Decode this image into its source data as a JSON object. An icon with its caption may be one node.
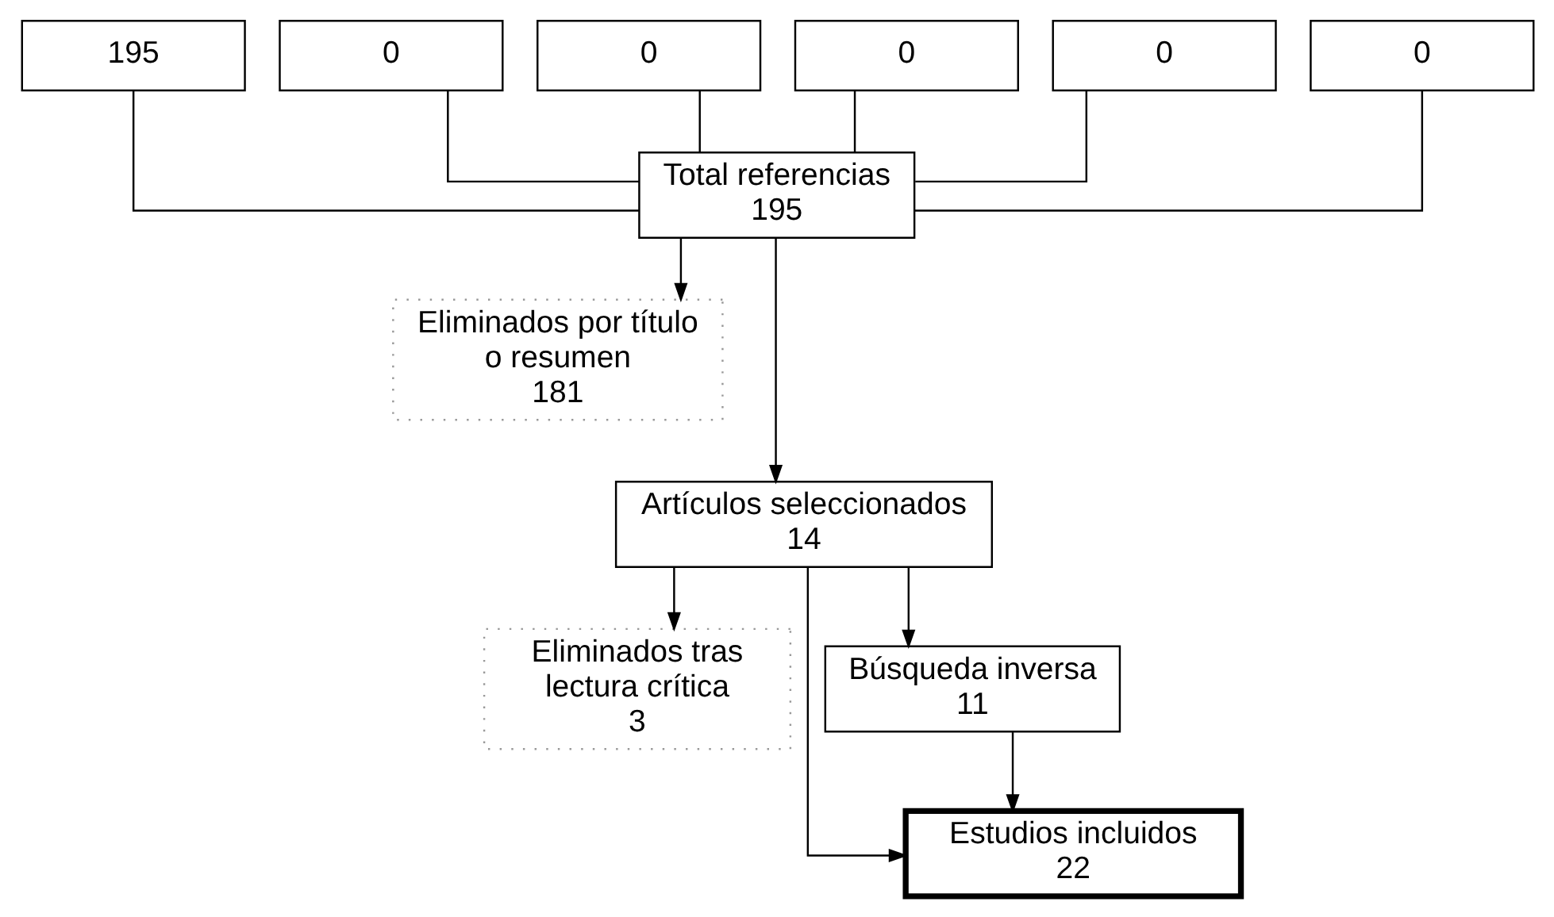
{
  "diagram": {
    "nodes": [
      {
        "text": [
          "195"
        ]
      },
      {
        "text": [
          "0"
        ]
      },
      {
        "text": [
          "0"
        ]
      },
      {
        "text": [
          "0"
        ]
      },
      {
        "text": [
          "0"
        ]
      },
      {
        "text": [
          "0"
        ]
      },
      {
        "text": [
          "Total referencias",
          "195"
        ]
      },
      {
        "text": [
          "Eliminados por título o resumen",
          "181"
        ]
      },
      {
        "text": [
          "Artículos seleccionados",
          "14"
        ]
      },
      {
        "text": [
          "Eliminados tras lectura crítica",
          "3"
        ]
      },
      {
        "text": [
          "Búsqueda inversa",
          "11"
        ]
      },
      {
        "text": [
          "Estudios incluidos",
          "22"
        ]
      }
    ],
    "edges": [
      {
        "from": 0,
        "to": 6,
        "arrow": "none"
      },
      {
        "from": 1,
        "to": 6,
        "arrow": "none"
      },
      {
        "from": 2,
        "to": 6,
        "arrow": "none"
      },
      {
        "from": 3,
        "to": 6,
        "arrow": "none"
      },
      {
        "from": 4,
        "to": 6,
        "arrow": "none"
      },
      {
        "from": 5,
        "to": 6,
        "arrow": "none"
      },
      {
        "from": 6,
        "to": 7,
        "arrow": "to"
      },
      {
        "from": 6,
        "to": 8,
        "arrow": "to"
      },
      {
        "from": 8,
        "to": 10,
        "arrow": "to"
      },
      {
        "from": 8,
        "to": 9,
        "arrow": "to"
      },
      {
        "from": 10,
        "to": 11,
        "arrow": "to"
      },
      {
        "from": 8,
        "to": 11,
        "arrow": "to"
      }
    ]
  }
}
